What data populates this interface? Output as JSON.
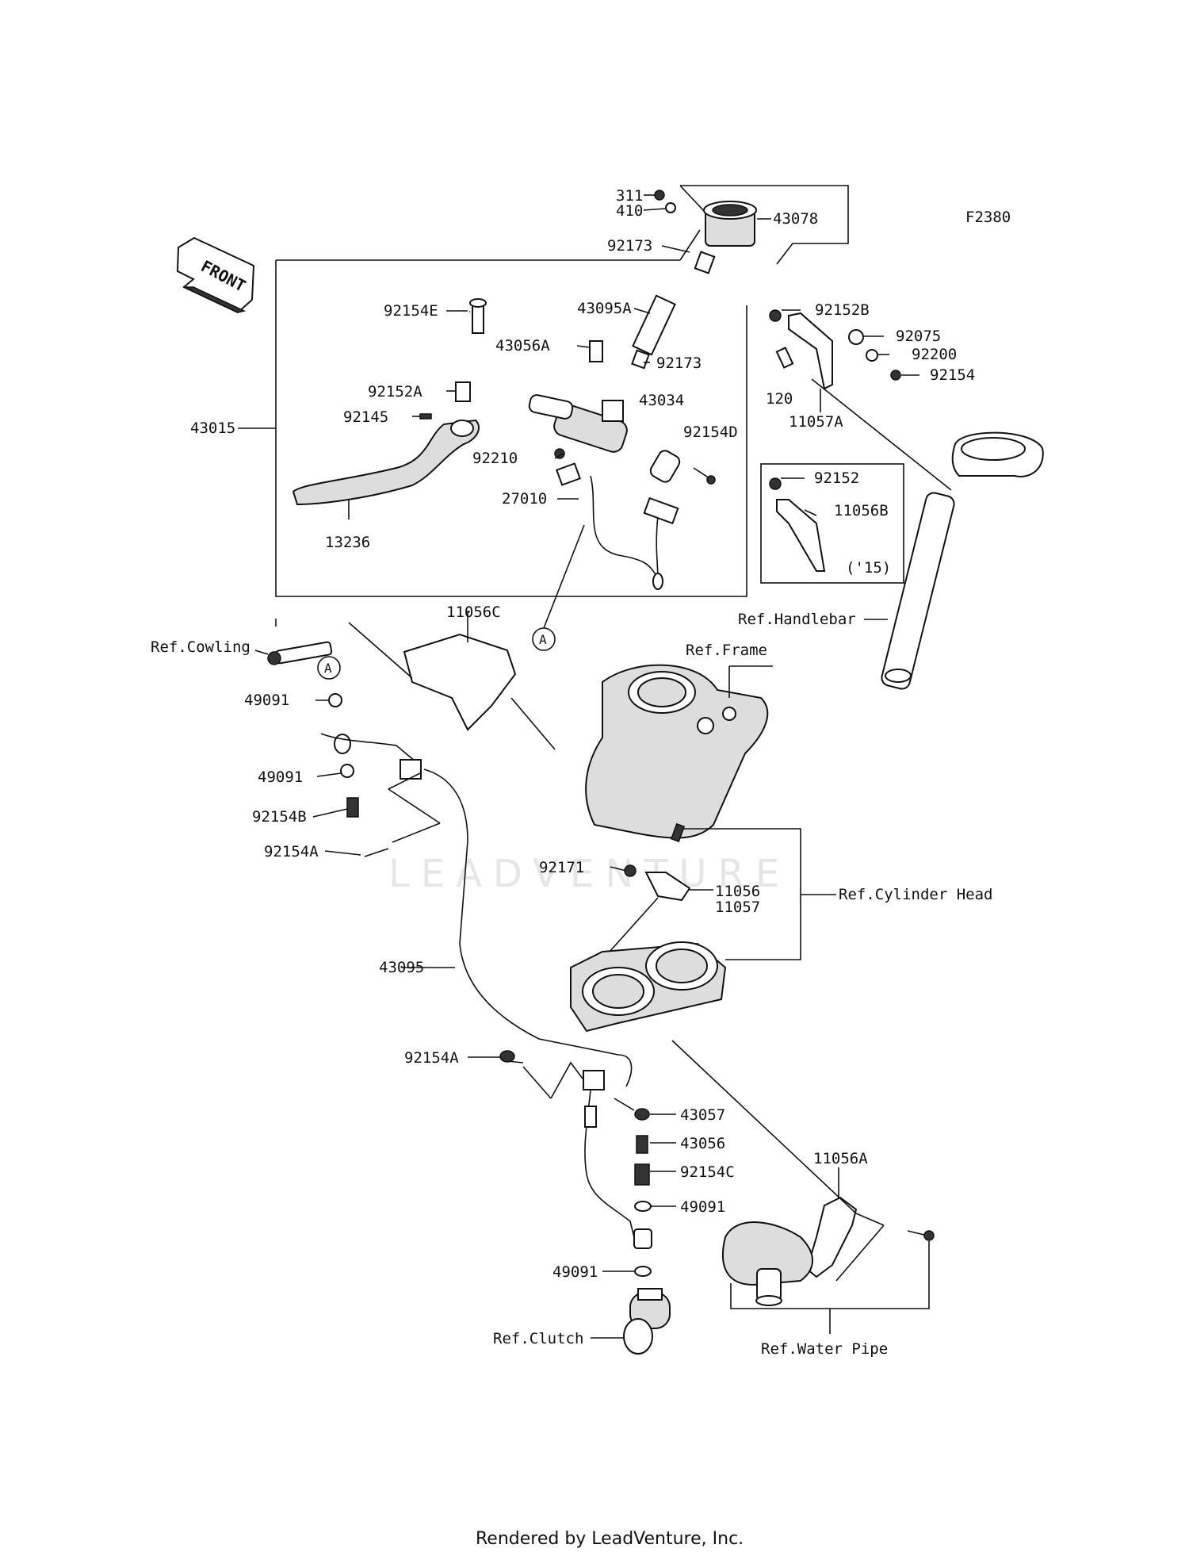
{
  "figure_code": "F2380",
  "front_arrow": "FRONT",
  "watermark": "LEADVENTURE",
  "footer": "Rendered by LeadVenture, Inc.",
  "callout_marker": "A",
  "labels": {
    "l311": "311",
    "l410": "410",
    "l43078": "43078",
    "l92173a": "92173",
    "l43095A": "43095A",
    "l92152B": "92152B",
    "l92075": "92075",
    "l92200": "92200",
    "l92154": "92154",
    "l120": "120",
    "l11057A": "11057A",
    "l92154E": "92154E",
    "l43056A": "43056A",
    "l92173b": "92173",
    "l43034": "43034",
    "l92152A": "92152A",
    "l92145": "92145",
    "l43015": "43015",
    "l92154D": "92154D",
    "l92210": "92210",
    "l27010": "27010",
    "l13236": "13236",
    "l92152": "92152",
    "l11056B": "11056B",
    "l15": "('15)",
    "l11056C": "11056C",
    "lRefHandlebar": "Ref.Handlebar",
    "lRefCowling": "Ref.Cowling",
    "lRefFrame": "Ref.Frame",
    "l49091a": "49091",
    "l49091b": "49091",
    "l92154B": "92154B",
    "l92154A": "92154A",
    "l92171": "92171",
    "l11056": "11056",
    "l11057": "11057",
    "lRefCylinderHead": "Ref.Cylinder Head",
    "l43095": "43095",
    "l92154A2": "92154A",
    "l43057": "43057",
    "l43056": "43056",
    "l92154C": "92154C",
    "l49091c": "49091",
    "l11056A": "11056A",
    "l49091d": "49091",
    "lRefClutch": "Ref.Clutch",
    "lRefWaterPipe": "Ref.Water Pipe"
  }
}
